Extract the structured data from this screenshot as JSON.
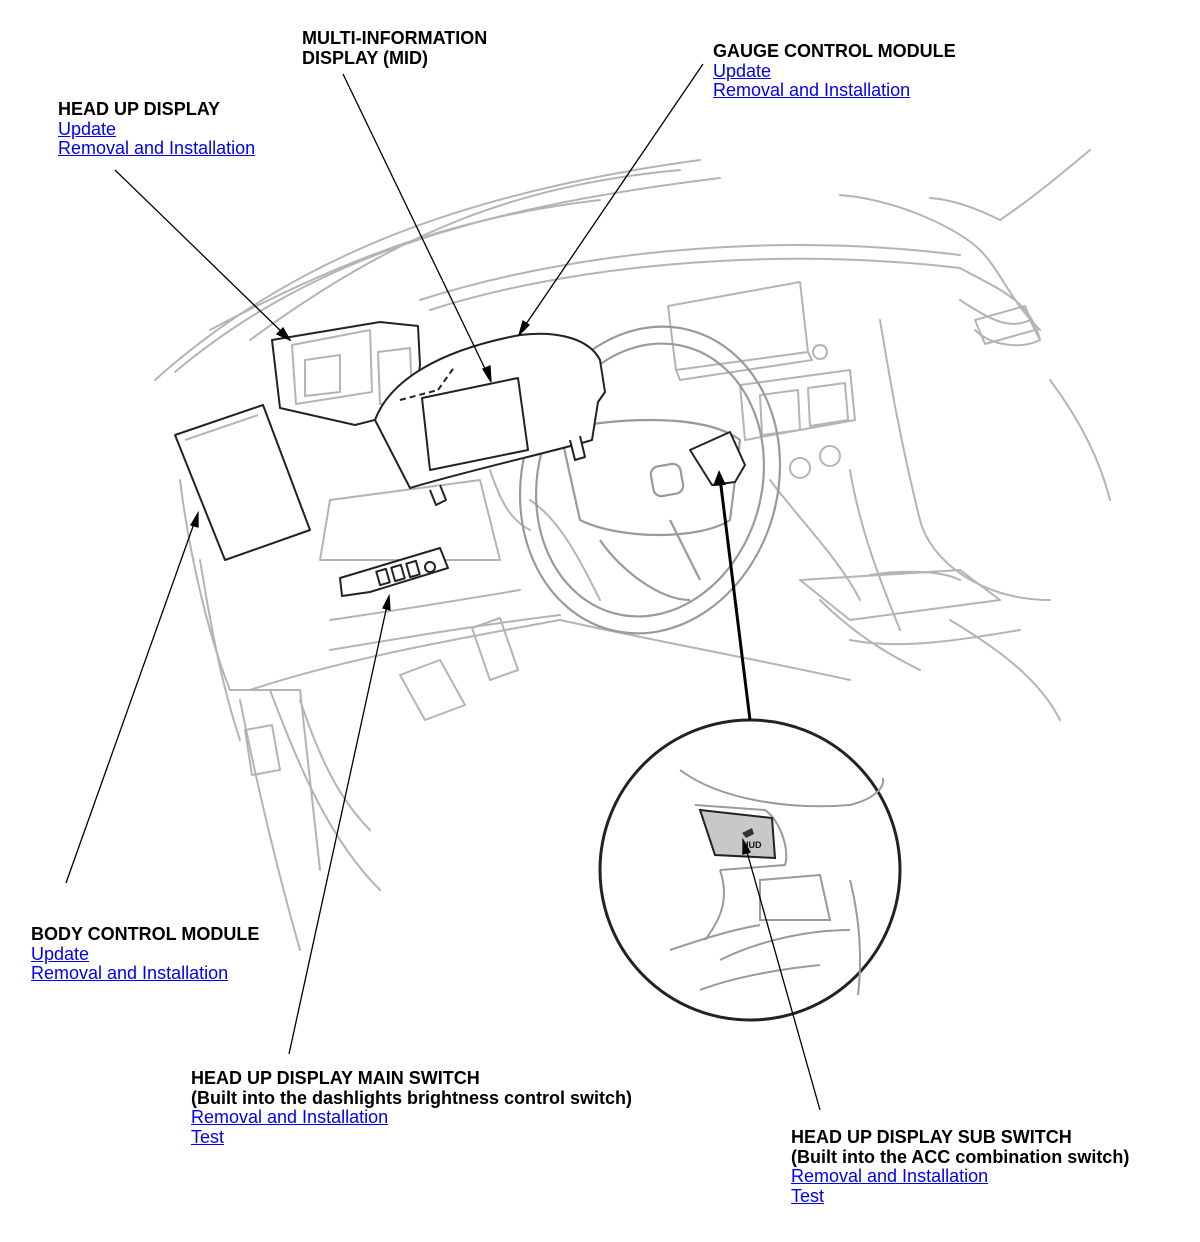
{
  "callouts": {
    "mid": {
      "title_line1": "MULTI-INFORMATION",
      "title_line2": "DISPLAY (MID)"
    },
    "gauge_control_module": {
      "title": "GAUGE CONTROL MODULE",
      "link_update": "Update",
      "link_removal": "Removal and Installation"
    },
    "head_up_display": {
      "title": "HEAD UP DISPLAY",
      "link_update": "Update",
      "link_removal": "Removal and Installation"
    },
    "body_control_module": {
      "title": "BODY CONTROL MODULE",
      "link_update": "Update",
      "link_removal": "Removal and Installation"
    },
    "hud_main_switch": {
      "title_line1": "HEAD UP DISPLAY MAIN SWITCH",
      "title_line2": "(Built into the dashlights brightness control switch)",
      "link_removal": "Removal and Installation",
      "link_test": "Test"
    },
    "hud_sub_switch": {
      "title_line1": "HEAD UP DISPLAY SUB SWITCH",
      "title_line2": "(Built into the ACC combination switch)",
      "link_removal": "Removal and Installation",
      "link_test": "Test"
    }
  },
  "inset": {
    "switch_label": "HUD"
  },
  "colors": {
    "link": "#0000ee",
    "line_art": "#b4b4b4",
    "leader": "#000000",
    "switch_fill": "#c8c8c8"
  }
}
